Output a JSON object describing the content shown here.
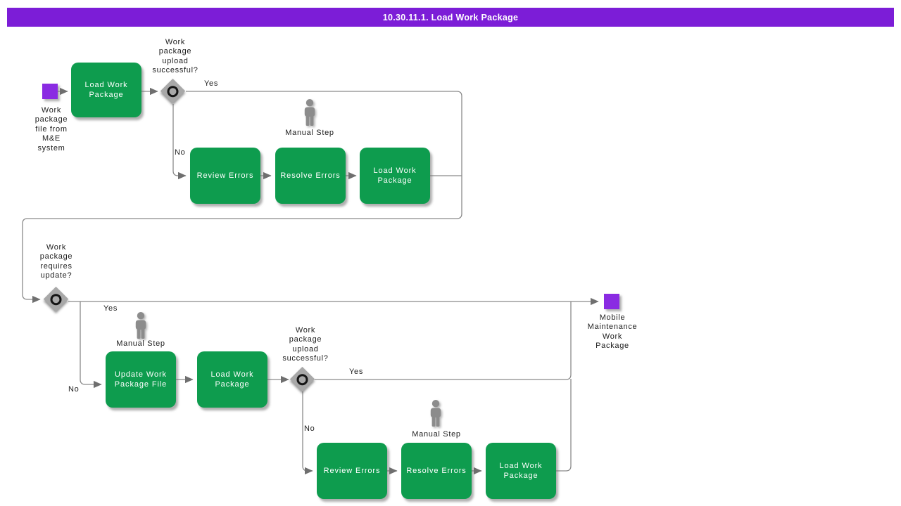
{
  "title_bar": {
    "title": "10.30.11.1. Load Work Package"
  },
  "colors": {
    "titlebar_purple": "#7c1dd7",
    "event_purple": "#8a2be2",
    "activity_green": "#0e9c4e",
    "gateway_gray": "#a8a8a8",
    "wire_gray": "#8a8a8a",
    "arrow_gray": "#6f6f6f",
    "person_gray": "#8c8c8c",
    "label_dark": "#1c1c1c"
  },
  "labels": {
    "yes": "Yes",
    "no": "No",
    "manual_step": "Manual Step"
  },
  "events": {
    "start": "Work\npackage\nfile from\nM&E\nsystem",
    "end": "Mobile\nMaintenance\nWork\nPackage"
  },
  "activities": {
    "load_work_package": "Load Work\nPackage",
    "review_errors": "Review Errors",
    "resolve_errors": "Resolve Errors",
    "update_work_package_file": "Update Work\nPackage File"
  },
  "gateways": {
    "upload_successful": "Work\npackage\nupload\nsuccessful?",
    "requires_update": "Work\npackage\nrequires\nupdate?"
  }
}
